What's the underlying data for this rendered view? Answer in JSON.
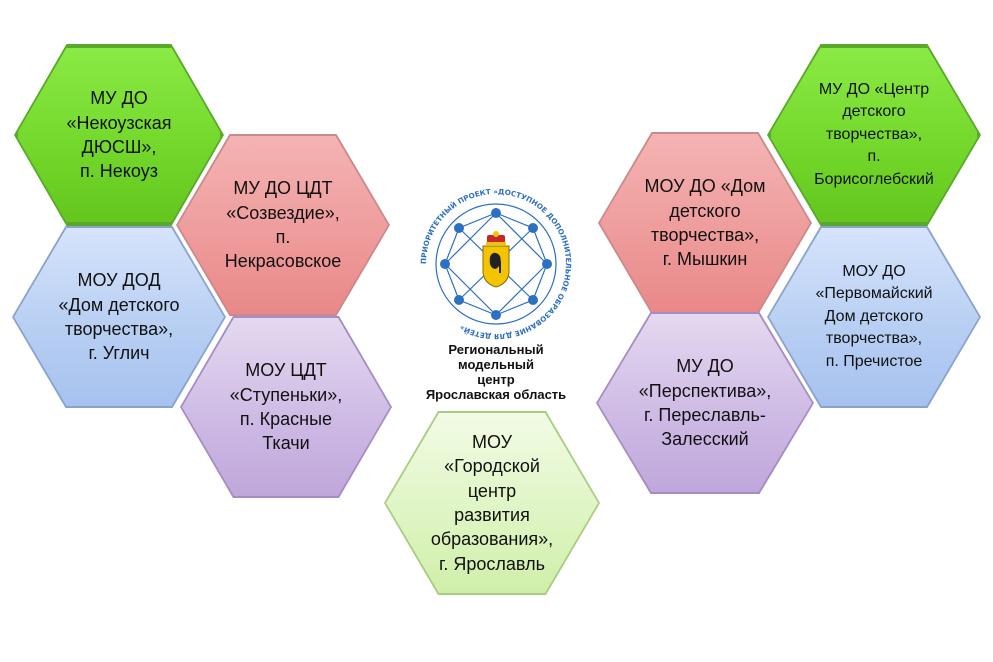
{
  "hexagons": [
    {
      "id": "nekouz",
      "label": "МУ ДО\n«Некоузская\nДЮСШ»,\nп. Некоуз",
      "color": "green"
    },
    {
      "id": "sozvezdie",
      "label": "МУ ДО ЦДТ\n«Созвездие»,\nп.\nНекрасовское",
      "color": "red"
    },
    {
      "id": "uglich",
      "label": "МОУ ДОД\n«Дом детского\nтворчества»,\nг. Углич",
      "color": "blue"
    },
    {
      "id": "stupenki",
      "label": "МОУ ЦДТ\n«Ступеньки»,\nп. Красные\nТкачи",
      "color": "purple"
    },
    {
      "id": "yaroslavl",
      "label": "МОУ\n«Городской\nцентр\nразвития\nобразования»,\nг. Ярославль",
      "color": "light-green"
    },
    {
      "id": "myshkin",
      "label": "МОУ ДО «Дом\nдетского\nтворчества»,\nг. Мышкин",
      "color": "red"
    },
    {
      "id": "pereslavl",
      "label": "МУ ДО\n«Перспектива»,\nг. Переславль-\nЗалесский",
      "color": "purple"
    },
    {
      "id": "borisoglebsky",
      "label": "МУ ДО «Центр\nдетского\nтворчества»,\nп.\nБорисоглебский",
      "color": "green"
    },
    {
      "id": "prechistoe",
      "label": "МОУ ДО\n«Первомайский\nДом детского\nтворчества»,\nп. Пречистое",
      "color": "blue"
    }
  ],
  "center": {
    "logo_ring_text": "ПРИОРИТЕТНЫЙ ПРОЕКТ «ДОСТУПНОЕ ДОПОЛНИТЕЛЬНОЕ ОБРАЗОВАНИЕ ДЛЯ ДЕТЕЙ»",
    "caption_line1": "Региональный",
    "caption_line2": "модельный",
    "caption_line3": "центр",
    "caption_line4": "Ярославская область"
  },
  "colors": {
    "green": "#74d92c",
    "red": "#ee9a9a",
    "blue": "#b8cff3",
    "purple": "#cdb9e4",
    "light_green": "#dff5c4",
    "logo_blue": "#2d6fc0",
    "emblem_yellow": "#f2c500"
  }
}
